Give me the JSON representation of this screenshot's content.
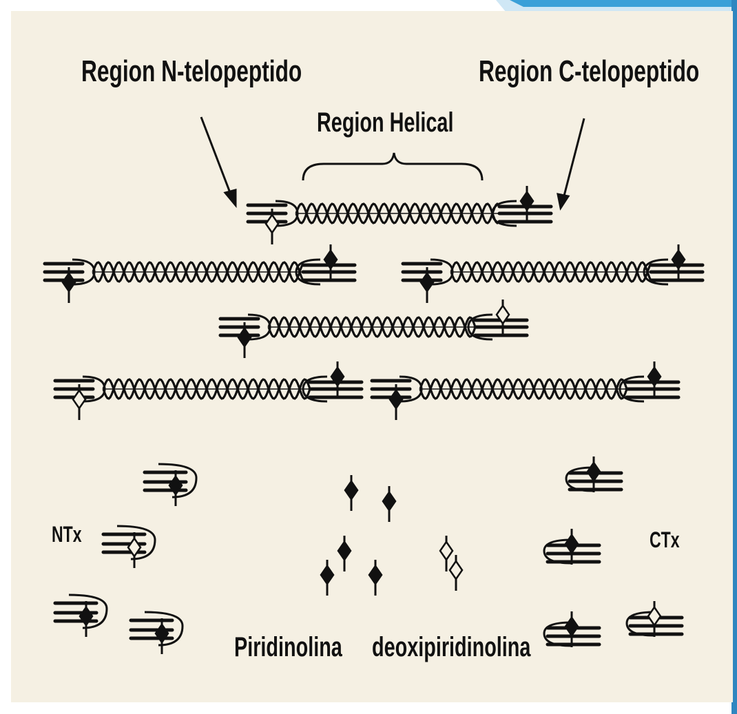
{
  "diagram": {
    "labels": {
      "n_telopeptide": "Region N-telopeptido",
      "c_telopeptide": "Region C-telopeptido",
      "helical": "Region Helical",
      "ntx": "NTx",
      "ctx": "CTx",
      "pyridinoline": "Piridinolina",
      "deoxypyridinoline": "deoxipiridinolina"
    },
    "colors": {
      "background": "#f5f0e3",
      "ink": "#111111",
      "accent_corner": "#3aa0d8"
    },
    "icons": {
      "crosslink_filled": "filled-diamond-crosslink-icon",
      "crosslink_open": "open-diamond-crosslink-icon"
    }
  }
}
